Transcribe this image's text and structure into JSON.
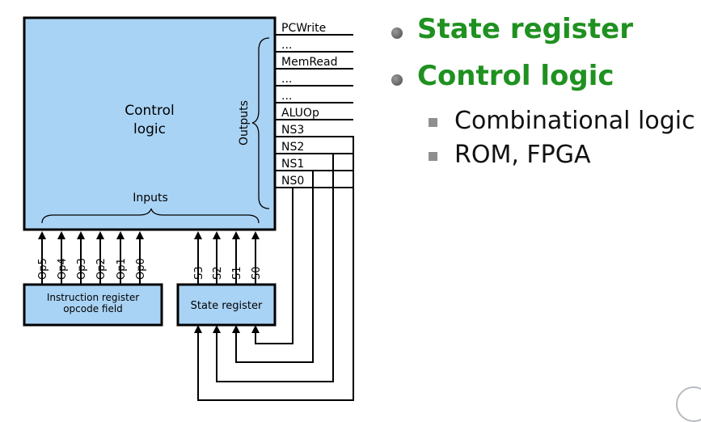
{
  "diagram": {
    "control_logic": "Control\nlogic",
    "outputs_label": "Outputs",
    "inputs_label": "Inputs",
    "output_signals": [
      "PCWrite",
      "...",
      "MemRead",
      "...",
      "...",
      "ALUOp",
      "NS3",
      "NS2",
      "NS1",
      "NS0"
    ],
    "opcode_inputs": [
      "Op5",
      "Op4",
      "Op3",
      "Op2",
      "Op1",
      "Op0"
    ],
    "state_inputs": [
      "S3",
      "S2",
      "S1",
      "S0"
    ],
    "instruction_register": "Instruction register\nopcode field",
    "state_register": "State register",
    "colors": {
      "box_fill": "#a9d3f5",
      "line": "#000000"
    }
  },
  "bullets": [
    {
      "text": "State register",
      "level": 1
    },
    {
      "text": "Control logic",
      "level": 1
    },
    {
      "text": "Combinational logic",
      "level": 2
    },
    {
      "text": "ROM, FPGA",
      "level": 2
    }
  ],
  "theme": {
    "bullet_color": "#1f9120"
  }
}
